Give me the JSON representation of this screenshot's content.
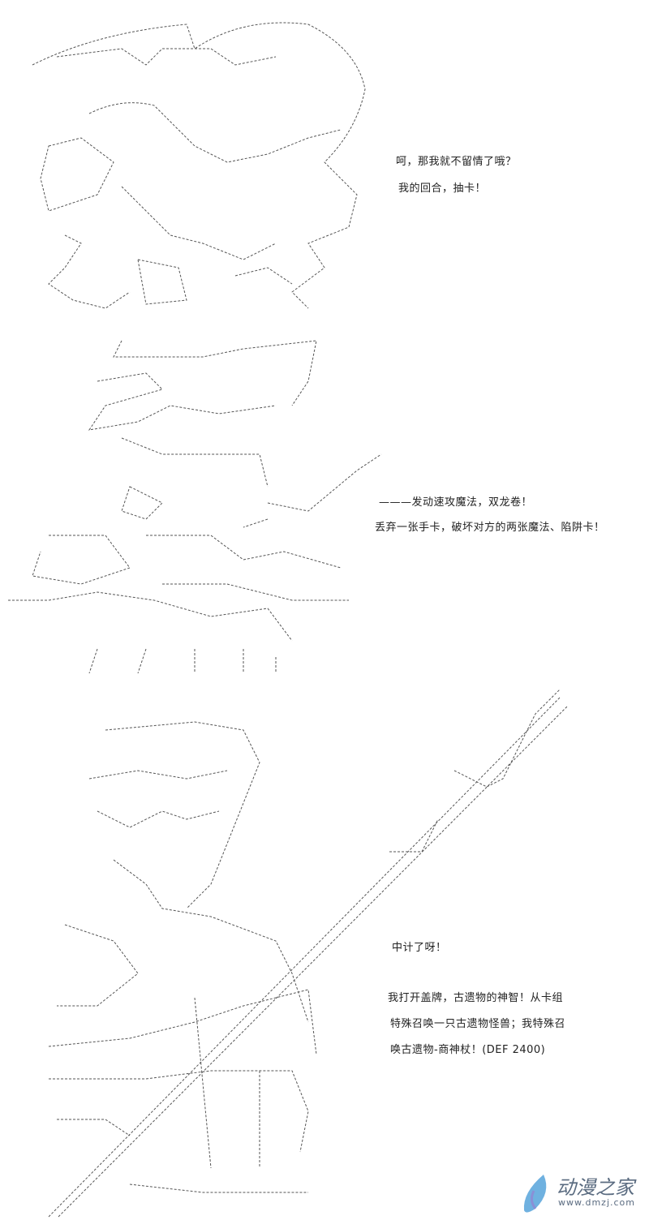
{
  "panels": [
    {
      "lines": [
        "呵，那我就不留情了哦？",
        "我的回合，抽卡！"
      ]
    },
    {
      "lines": [
        "———发动速攻魔法，双龙卷！",
        "丢弃一张手卡，破坏对方的两张魔法、陷阱卡！"
      ]
    },
    {
      "lines": [
        "中计了呀！",
        "我打开盖牌，古遗物的神智！从卡组",
        "特殊召唤一只古遗物怪兽；我特殊召",
        "唤古遗物-商神杖！(DEF 2400)"
      ]
    }
  ],
  "watermark": {
    "title": "动漫之家",
    "url": "www.dmzj.com"
  }
}
